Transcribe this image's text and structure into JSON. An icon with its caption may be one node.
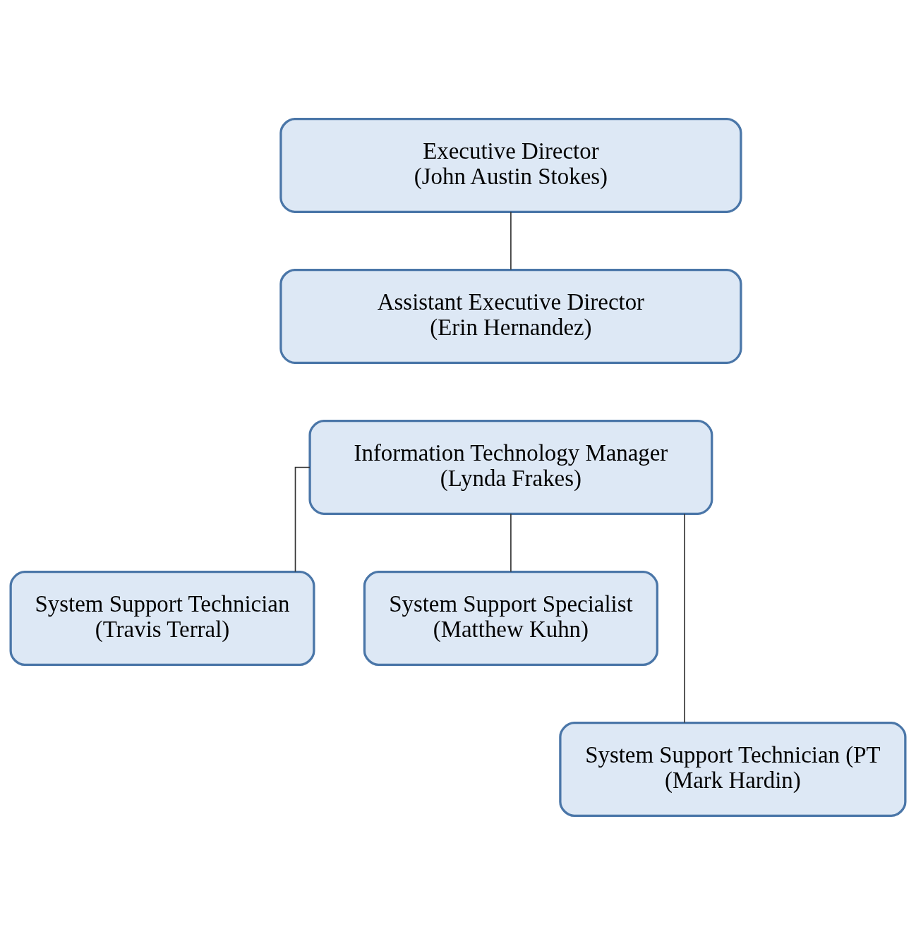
{
  "diagram": {
    "nodes": [
      {
        "text": [
          "Executive Director",
          "(John Austin Stokes)"
        ]
      },
      {
        "text": [
          "Assistant Executive Director",
          "(Erin Hernandez)"
        ]
      },
      {
        "text": [
          "Information Technology Manager",
          "(Lynda Frakes)"
        ]
      },
      {
        "text": [
          "System Support Technician",
          "(Travis Terral)"
        ]
      },
      {
        "text": [
          "System Support Specialist",
          "(Matthew Kuhn)"
        ]
      },
      {
        "text": [
          "System Support Technician (PT",
          "(Mark Hardin)"
        ]
      }
    ],
    "edges": [
      {
        "from": 0,
        "to": 1,
        "arrow": "none"
      },
      {
        "from": 2,
        "to": 3,
        "arrow": "none"
      },
      {
        "from": 2,
        "to": 5,
        "arrow": "none"
      },
      {
        "from": 2,
        "to": 4,
        "arrow": "none"
      }
    ]
  }
}
